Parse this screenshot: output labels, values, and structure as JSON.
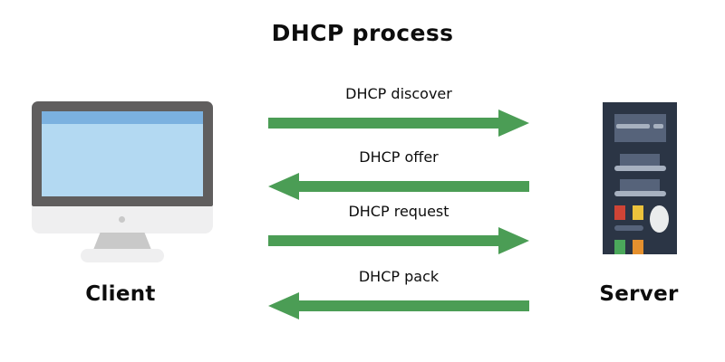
{
  "diagram": {
    "title": "DHCP process",
    "background_color": "#ffffff",
    "arrow_color": "#4b9d55",
    "text_color": "#0d0d0d"
  },
  "endpoints": {
    "client": {
      "label": "Client",
      "device_icon": "desktop-monitor-icon",
      "colors": {
        "bezel": "#605e5e",
        "screen": "#b3d9f2",
        "titlebar": "#7bb1e0",
        "chin": "#efeff0",
        "stand": "#c9c9c9"
      }
    },
    "server": {
      "label": "Server",
      "device_icon": "server-tower-icon",
      "colors": {
        "body": "#2b3545",
        "panel": "#56637a",
        "trim": "#a7b1c0",
        "led_red": "#cf4436",
        "led_yellow": "#ecc23c",
        "led_green": "#4ba85b",
        "led_orange": "#e5902e",
        "power": "#eaeced"
      }
    }
  },
  "messages": [
    {
      "label": "DHCP discover",
      "direction": "right",
      "from": "Client",
      "to": "Server",
      "step": 1
    },
    {
      "label": "DHCP offer",
      "direction": "left",
      "from": "Server",
      "to": "Client",
      "step": 2
    },
    {
      "label": "DHCP request",
      "direction": "right",
      "from": "Client",
      "to": "Server",
      "step": 3
    },
    {
      "label": "DHCP pack",
      "direction": "left",
      "from": "Server",
      "to": "Client",
      "step": 4
    }
  ]
}
